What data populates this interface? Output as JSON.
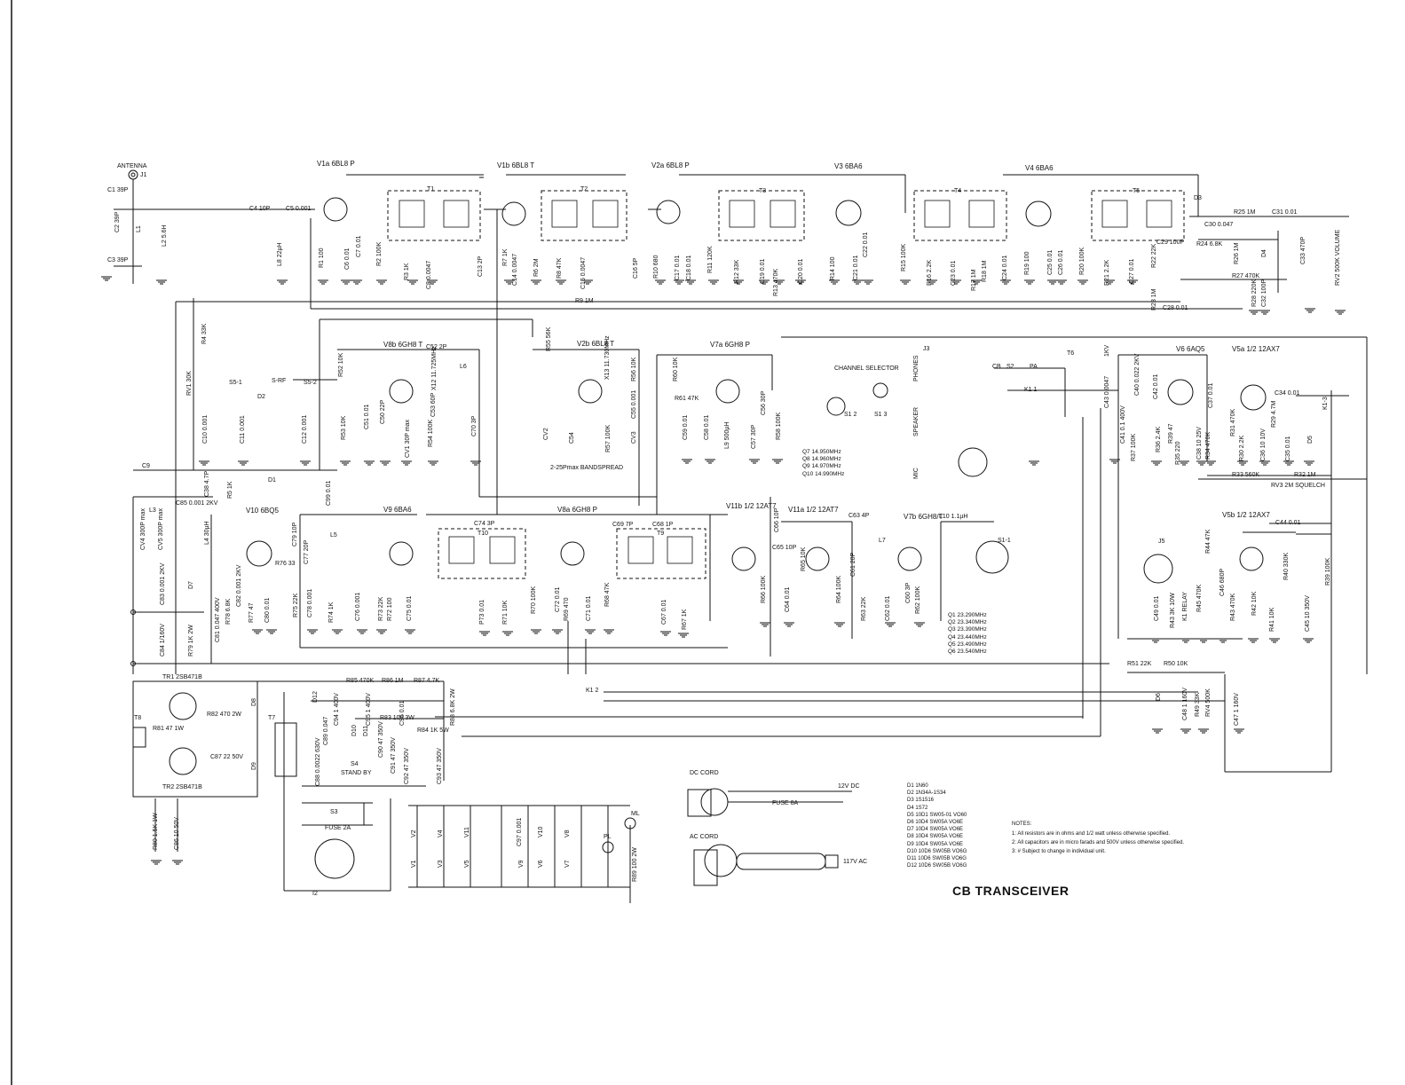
{
  "title": "CB TRANSCEIVER",
  "antenna": {
    "label": "ANTENNA",
    "jack": "J1"
  },
  "tubes": [
    {
      "id": "V1a",
      "label": "V1a 6BL8 P"
    },
    {
      "id": "V1b",
      "label": "V1b 6BL8 T"
    },
    {
      "id": "V2a",
      "label": "V2a 6BL8 P"
    },
    {
      "id": "V3",
      "label": "V3 6BA6"
    },
    {
      "id": "V4",
      "label": "V4 6BA6"
    },
    {
      "id": "V8b",
      "label": "V8b 6GH8 T"
    },
    {
      "id": "V2b",
      "label": "V2b 6BL8 T"
    },
    {
      "id": "V7a",
      "label": "V7a 6GH8 P"
    },
    {
      "id": "V6",
      "label": "V6 6AQ5"
    },
    {
      "id": "V5a",
      "label": "V5a 1/2 12AX7"
    },
    {
      "id": "V10",
      "label": "V10 6BQ5"
    },
    {
      "id": "V9",
      "label": "V9 6BA6"
    },
    {
      "id": "V8a",
      "label": "V8a 6GH8 P"
    },
    {
      "id": "V11b",
      "label": "V11b 1/2 12AT7"
    },
    {
      "id": "V11a",
      "label": "V11a 1/2 12AT7"
    },
    {
      "id": "V7b",
      "label": "V7b 6GH8/T"
    },
    {
      "id": "V5b",
      "label": "V5b 1/2 12AX7"
    }
  ],
  "transformers": [
    "T1",
    "T2",
    "T3",
    "T4",
    "T5",
    "T6",
    "T7",
    "T8",
    "T9",
    "T10"
  ],
  "components": {
    "antenna_section": [
      "C1 39P",
      "C2 39P",
      "C3 39P",
      "L1",
      "L2 5.6H",
      "C4 10P",
      "C5 0.001",
      "L8 22µH"
    ],
    "rf_stage": [
      "R1 100",
      "C6 0.01",
      "C7 0.01",
      "R2 100K",
      "R3 1K",
      "C8 0.0047",
      "C13 2P"
    ],
    "mixer": [
      "R7 1K",
      "C14 0.0047",
      "R6 2M",
      "R8 47K",
      "C15 0.0047",
      "C16 5P"
    ],
    "if1": [
      "R10 680",
      "C17 0.01",
      "C18 0.01",
      "R11 120K",
      "R12 33K",
      "C19 0.01",
      "R13 470K",
      "C20 0.01"
    ],
    "if2": [
      "R14 100",
      "C21 0.01",
      "C22 0.01",
      "R15 100K",
      "R16 2.2K",
      "C23 0.01",
      "R17 1M",
      "R18 1M",
      "C24 0.01"
    ],
    "if3": [
      "R19 100",
      "C25 0.01",
      "C26 0.01",
      "R20 100K",
      "R21 2.2K",
      "C27 0.01"
    ],
    "detector": [
      "D3",
      "C30 0.047",
      "R25 1M",
      "C31 0.01",
      "C29 100P",
      "R24 6.8K",
      "R26 1M",
      "D4",
      "C33 470P",
      "RV2 500K VOLUME",
      "R22 22K",
      "R27 470K",
      "R28 220K",
      "C32 100P",
      "R23 1M",
      "C28 0.01",
      "R9 1M"
    ],
    "osc_section": [
      "R4 33K",
      "RV1 30K",
      "S5-1",
      "D2",
      "S-RF",
      "S5-2",
      "R52 10K",
      "C52 2P",
      "L6",
      "X12 11.725MHz",
      "C50 22P",
      "C53 60P",
      "C10 0.001",
      "C11 0.001",
      "C12 0.001",
      "R53 10K",
      "C51 0.01",
      "CV1 30P max",
      "R54 100K",
      "C70 3P"
    ],
    "vfo": [
      "R55 56K",
      "X13 11.730MHz",
      "R56 10K",
      "C55 0.001",
      "CV2",
      "C54",
      "R57 100K",
      "CV3",
      "2-25Pmax BANDSPREAD"
    ],
    "ch_osc": [
      "R60 10K",
      "R61 47K",
      "C59 0.01",
      "C58 0.01",
      "L9 500µH",
      "C57 30P",
      "C56 30P",
      "R58 100K",
      "CHANNEL SELECTOR",
      "S1 2",
      "S1 3",
      "Q7 14.950MHz",
      "Q8 14.960MHz",
      "Q9 14.970MHz",
      "Q10 14.990MHz"
    ],
    "audio": [
      "J3",
      "PHONES",
      "SPEAKER",
      "MIC",
      "CB",
      "S2",
      "PA",
      "K1 1",
      "T6",
      "1KV",
      "C43 0.0047",
      "C40 0.022 2KV",
      "C41 0.1 400V",
      "R37 100K",
      "C42 0.01",
      "R36 2.4K",
      "R39 47",
      "R35 220",
      "C38 10 25V",
      "R34 470K",
      "C37 0.01",
      "R31 470K",
      "R30 2.2K",
      "C36 10 10V",
      "R29 4.7M",
      "C35 0.01",
      "C34 0.01",
      "D5",
      "K1-3",
      "R33 560K",
      "RV3 2M SQUELCH",
      "R32 1M"
    ],
    "transmitter": [
      "C9",
      "L3",
      "C85 0.001 2KV",
      "R5 1K",
      "C38 4.7P",
      "D1",
      "C99 0.01",
      "CV4 300P max",
      "CV5 300P max",
      "L4 30µH",
      "C83 0.001 2KV",
      "D7",
      "C84 1/160V",
      "R79 1K 2W",
      "R76 33",
      "C79 10P",
      "C77 20P",
      "L5",
      "R75 22K",
      "C78 0.001",
      "R74 1K",
      "C82 0.001 2KV",
      "R78 6.8K",
      "C81 0.047 400V",
      "R77 47",
      "C80 0.01"
    ],
    "tx_stages": [
      "C76 0.001",
      "R73 22K",
      "R72 100",
      "C75 0.01",
      "C74 3P",
      "T10",
      "P73 0.01",
      "R71 10K",
      "R70 100K",
      "C72 0.01",
      "R69 470",
      "C71 0.01",
      "R68 47K",
      "C69 7P",
      "C68 1P",
      "T9",
      "C67 0.01",
      "R67 1K"
    ],
    "v11": [
      "C66 10P",
      "C65 10P",
      "R66 100K",
      "C64 0.01",
      "R65 10K",
      "C63 4P",
      "C61 20P",
      "L7",
      "R64 100K",
      "R63 22K",
      "C62 0.01",
      "C60 3P",
      "R62 100K",
      "L10 1.1µH",
      "S1-1"
    ],
    "crystals_tx": [
      "Q1 23.290MHz",
      "Q2 23.340MHz",
      "Q3 23.390MHz",
      "Q4 23.440MHz",
      "Q5 23.490MHz",
      "Q6 23.540MHz"
    ],
    "mic_amp": [
      "C44 0.01",
      "J5",
      "R44 47K",
      "R40 330K",
      "R39 100K",
      "C46 680P",
      "R45 470K",
      "K1 RELAY",
      "R43 470K",
      "R42 10K",
      "C49 0.01",
      "R43 3K 10W",
      "R41 10K",
      "C45 10 350V",
      "R51 22K",
      "R50 10K",
      "D6",
      "C48 1 160V",
      "R49 33K",
      "RV4 500K",
      "C47 1 160V"
    ],
    "power_supply": [
      "TR1 2SB471B",
      "TR2 2SB471B",
      "T8",
      "R81 47 1W",
      "R82 470 2W",
      "C87 22 50V",
      "D8",
      "D9",
      "T7",
      "D12",
      "R85 470K",
      "R86 1M",
      "R87 4.7K",
      "C94 1 400V",
      "C95 1 400V",
      "C96 0.01",
      "D10",
      "D11",
      "R83 100 3W",
      "R84 1K 5W",
      "R88 6.8K 2W",
      "C89 0.047",
      "C90 47 350V",
      "C91 47 350V",
      "C92 47 350V",
      "C93 47 350V",
      "C88 0.0022 630V",
      "S4",
      "STAND BY",
      "K1 2",
      "S3",
      "FUSE 2A",
      "I2",
      "R80 1.5K 1W",
      "C86 10 50V",
      "C97 0.001",
      "PL",
      "ML",
      "R89 100 2W"
    ]
  },
  "heater_strings": [
    "V2",
    "V4",
    "V11",
    "V10",
    "V8",
    "V1",
    "V3",
    "V5",
    "V6",
    "V7",
    "V9"
  ],
  "cords": {
    "dc_label": "DC CORD",
    "dc_fuse": "FUSE 8A",
    "dc_voltage": "12V DC",
    "ac_label": "AC CORD",
    "ac_voltage": "117V AC"
  },
  "diodes": [
    "D1 1N60",
    "D2 1N34A-1S34",
    "D3 1S1516",
    "D4 1S72",
    "D5 10D1 SW05-01 VO60",
    "D6 10D4 SW05A VO6E",
    "D7 10D4 SW05A VO6E",
    "D8 10D4 SW05A VO6E",
    "D9 10D4 SW05A VO6E",
    "D10 10D6 SW05B VO6G",
    "D11 10D6 SW05B VO6G",
    "D12 10D6 SW05B VO6G"
  ],
  "notes": {
    "heading": "NOTES:",
    "items": [
      "1:  All resistors are in ohms and 1/2 watt unless otherwise specified.",
      "2:  All capacitors are in micro farads and 500V unless otherwise specified.",
      "3:  # Subject to change in individual unit."
    ]
  }
}
